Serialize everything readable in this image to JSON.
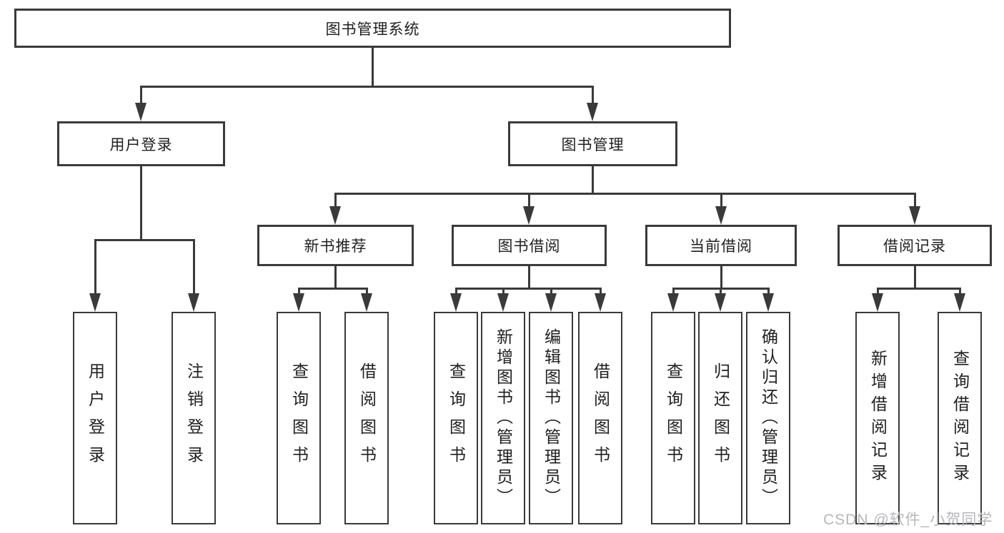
{
  "root": {
    "id": "library-management-system",
    "label": "图书管理系统"
  },
  "level2": [
    {
      "id": "user-login",
      "label": "用户登录",
      "parent": "library-management-system"
    },
    {
      "id": "book-management",
      "label": "图书管理",
      "parent": "library-management-system"
    }
  ],
  "level3": [
    {
      "id": "new-book-recommend",
      "label": "新书推荐",
      "parent": "book-management"
    },
    {
      "id": "book-borrowing",
      "label": "图书借阅",
      "parent": "book-management"
    },
    {
      "id": "current-borrowing",
      "label": "当前借阅",
      "parent": "book-management"
    },
    {
      "id": "borrowing-records",
      "label": "借阅记录",
      "parent": "book-management"
    }
  ],
  "leaves": {
    "user_login": [
      {
        "label": "用户登录",
        "parent": "user-login"
      },
      {
        "label": "注销登录",
        "parent": "user-login"
      }
    ],
    "new_book": [
      {
        "label": "查询图书",
        "parent": "new-book-recommend"
      },
      {
        "label": "借阅图书",
        "parent": "new-book-recommend"
      }
    ],
    "book_borrow": [
      {
        "label": "查询图书",
        "parent": "book-borrowing"
      },
      {
        "label": "新增图书（管理员）",
        "parent": "book-borrowing"
      },
      {
        "label": "编辑图书（管理员）",
        "parent": "book-borrowing"
      },
      {
        "label": "借阅图书",
        "parent": "book-borrowing"
      }
    ],
    "current_borrow": [
      {
        "label": "查询图书",
        "parent": "current-borrowing"
      },
      {
        "label": "归还图书",
        "parent": "current-borrowing"
      },
      {
        "label": "确认归还（管理员）",
        "parent": "current-borrowing"
      }
    ],
    "borrow_record": [
      {
        "label": "新增借阅记录",
        "parent": "borrowing-records"
      },
      {
        "label": "查询借阅记录",
        "parent": "borrowing-records"
      }
    ]
  },
  "watermark": {
    "text": "CSDN @软件_小贺同学"
  },
  "colors": {
    "line": "#3a3a3a",
    "text": "#1f1f1f",
    "box_background": "#ffffff",
    "page_background": "#ffffff",
    "watermark": "#b7b7bb"
  }
}
